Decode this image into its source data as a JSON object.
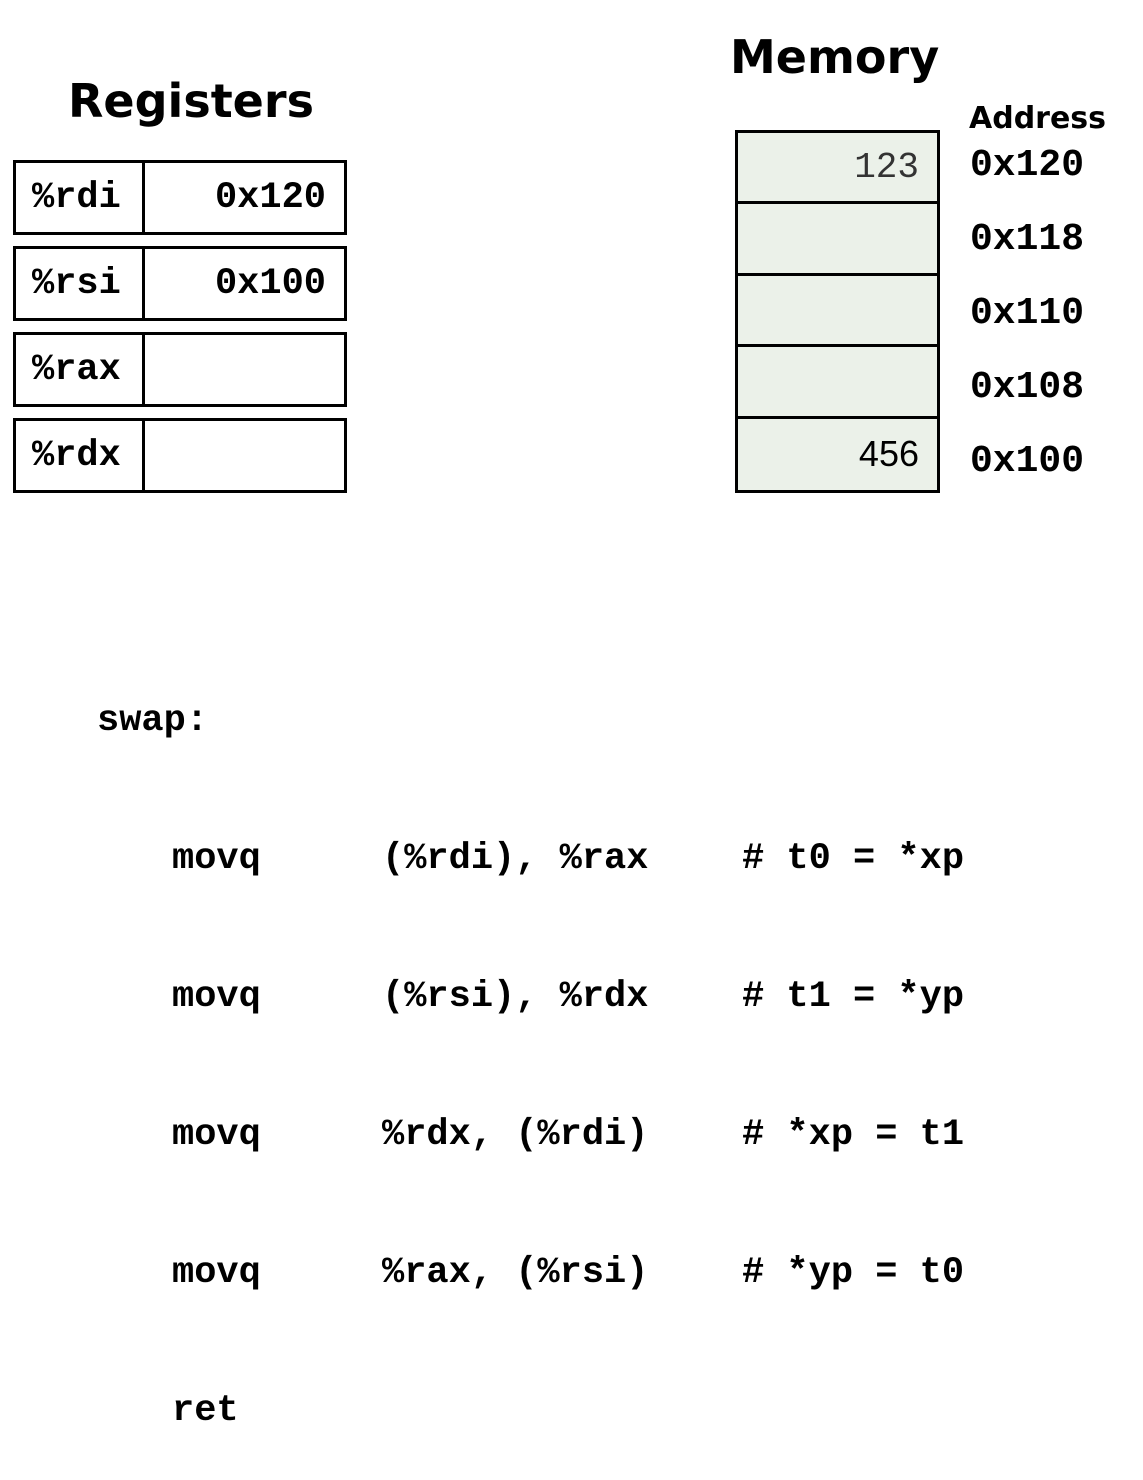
{
  "registers": {
    "title": "Registers",
    "rows": [
      {
        "name": "%rdi",
        "value": "0x120"
      },
      {
        "name": "%rsi",
        "value": "0x100"
      },
      {
        "name": "%rax",
        "value": ""
      },
      {
        "name": "%rdx",
        "value": ""
      }
    ]
  },
  "memory": {
    "title": "Memory",
    "address_header": "Address",
    "cells": [
      {
        "value": "123",
        "address": "0x120"
      },
      {
        "value": "",
        "address": "0x118"
      },
      {
        "value": "",
        "address": "0x110"
      },
      {
        "value": "",
        "address": "0x108"
      },
      {
        "value": "456",
        "address": "0x100"
      }
    ],
    "cell_fill": "#ebf1e9"
  },
  "code": {
    "label": "swap:",
    "lines": [
      {
        "op": "movq",
        "args": "(%rdi), %rax",
        "comment": "# t0 = *xp"
      },
      {
        "op": "movq",
        "args": "(%rsi), %rdx",
        "comment": "# t1 = *yp"
      },
      {
        "op": "movq",
        "args": "%rdx, (%rdi)",
        "comment": "# *xp = t1"
      },
      {
        "op": "movq",
        "args": "%rax, (%rsi)",
        "comment": "# *yp = t0"
      },
      {
        "op": "ret",
        "args": "",
        "comment": ""
      }
    ]
  }
}
